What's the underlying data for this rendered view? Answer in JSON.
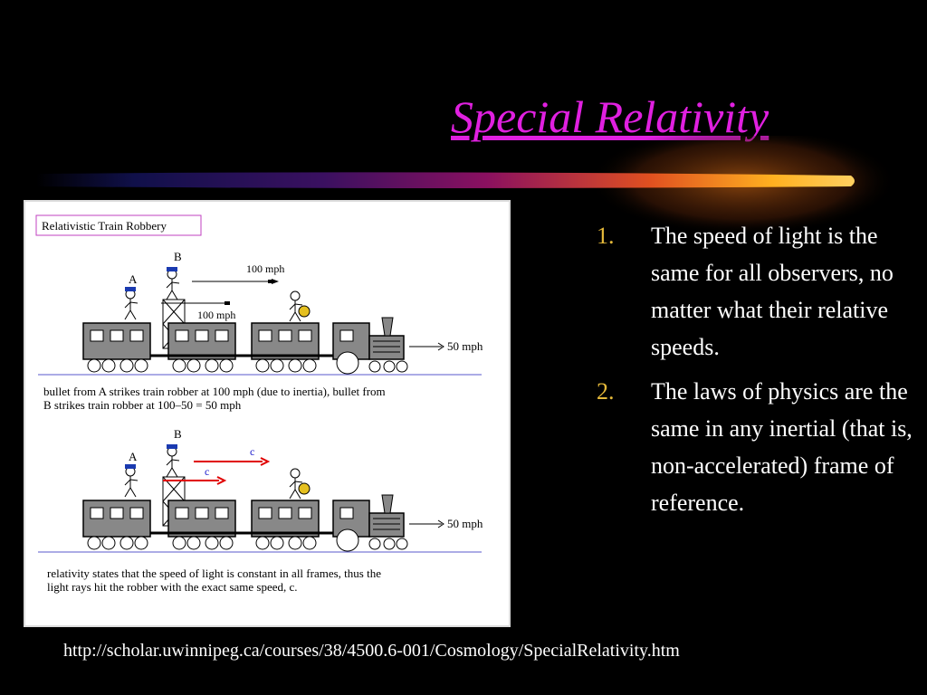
{
  "slide": {
    "title": "Special Relativity",
    "points": [
      {
        "number": "1.",
        "text": "The speed of light is the same for all observers, no matter what their relative speeds."
      },
      {
        "number": "2.",
        "text": "The laws of physics are the same in any inertial (that is, non-accelerated) frame of reference."
      }
    ],
    "source_url": "http://scholar.uwinnipeg.ca/courses/38/4500.6-001/Cosmology/SpecialRelativity.htm"
  },
  "figure": {
    "heading": "Relativistic Train Robbery",
    "top_panel": {
      "label_a": "A",
      "label_b": "B",
      "bullet_b_speed": "100 mph",
      "bullet_a_speed": "100 mph",
      "train_speed": "50 mph",
      "caption_line1": "bullet from A strikes train robber at 100 mph (due to inertia), bullet from",
      "caption_line2": "B strikes train robber at 100–50 = 50 mph"
    },
    "bottom_panel": {
      "label_a": "A",
      "label_b": "B",
      "light_b_label": "c",
      "light_a_label": "c",
      "train_speed": "50 mph",
      "caption_line1": "relativity states that the speed of light is constant in all frames, thus the",
      "caption_line2": "light rays hit the robber with the exact same speed, c."
    }
  },
  "colors": {
    "title": "#e020e0",
    "bullet_number": "#e5b93a",
    "light_ray": "#e00000",
    "light_label": "#1a1acc",
    "track": "#5a5acc"
  }
}
